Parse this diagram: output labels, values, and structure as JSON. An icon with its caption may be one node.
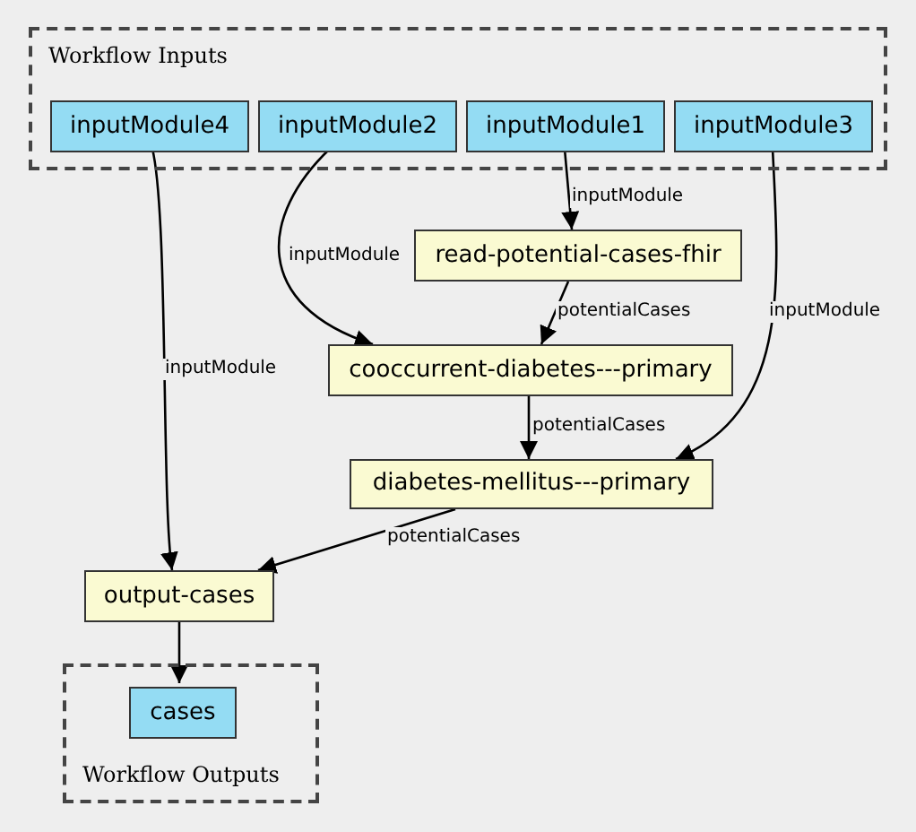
{
  "diagram": {
    "nodes": [
      {
        "text": [
          "Workflow Inputs"
        ]
      },
      {
        "text": [
          "inputModule4"
        ],
        "in": 0
      },
      {
        "text": [
          "inputModule2"
        ],
        "in": 0
      },
      {
        "text": [
          "inputModule1"
        ],
        "in": 0
      },
      {
        "text": [
          "inputModule3"
        ],
        "in": 0
      },
      {
        "text": [
          "read-potential-cases-fhir"
        ]
      },
      {
        "text": [
          "cooccurrent-diabetes---primary"
        ]
      },
      {
        "text": [
          "diabetes-mellitus---primary"
        ]
      },
      {
        "text": [
          "output-cases"
        ]
      },
      {
        "text": [
          "Workflow Outputs"
        ]
      },
      {
        "text": [
          "cases"
        ],
        "in": 9
      }
    ],
    "edges": [
      {
        "from": 3,
        "to": 5,
        "arrow": "to",
        "label": "inputModule"
      },
      {
        "from": 2,
        "to": 6,
        "arrow": "to",
        "label": "inputModule"
      },
      {
        "from": 5,
        "to": 6,
        "arrow": "to",
        "label": "potentialCases"
      },
      {
        "from": 4,
        "to": 7,
        "arrow": "to",
        "label": "inputModule"
      },
      {
        "from": 6,
        "to": 7,
        "arrow": "to",
        "label": "potentialCases"
      },
      {
        "from": 1,
        "to": 8,
        "arrow": "to",
        "label": "inputModule"
      },
      {
        "from": 7,
        "to": 8,
        "arrow": "to",
        "label": "potentialCases"
      },
      {
        "from": 8,
        "to": 10,
        "arrow": "to"
      }
    ]
  }
}
